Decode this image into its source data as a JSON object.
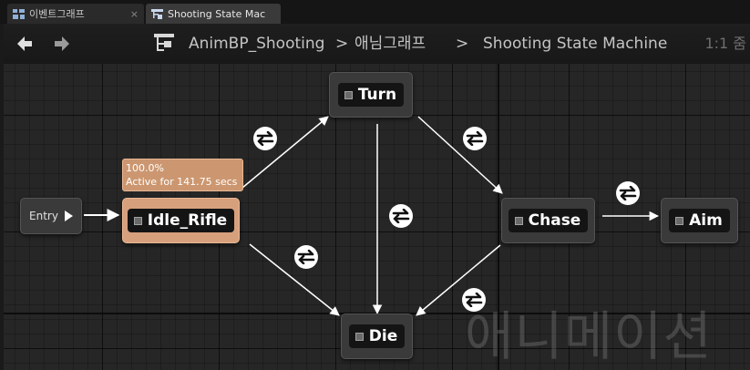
{
  "tabs": [
    {
      "label": "이벤트그래프",
      "close": "×"
    },
    {
      "label": "Shooting State Mac",
      "close": "×"
    }
  ],
  "breadcrumb": [
    "AnimBP_Shooting",
    "애님그래프",
    "Shooting State Machine"
  ],
  "breadcrumb_separator": ">",
  "zoom_label": "1:1 줌",
  "entry_label": "Entry",
  "states": {
    "idle": "Idle_Rifle",
    "turn": "Turn",
    "chase": "Chase",
    "aim": "Aim",
    "die": "Die"
  },
  "active_tooltip": {
    "percent": "100.0%",
    "duration": "Active for 141.75 secs"
  },
  "watermark": "애니메이션",
  "colors": {
    "active_state": "#d7a07d",
    "state": "#3a3a3a",
    "wire": "#ffffff",
    "background": "#262626"
  },
  "icons": {
    "back": "left-arrow-icon",
    "forward": "right-arrow-icon",
    "graph": "state-machine-icon",
    "transition": "transition-arrows-icon"
  }
}
